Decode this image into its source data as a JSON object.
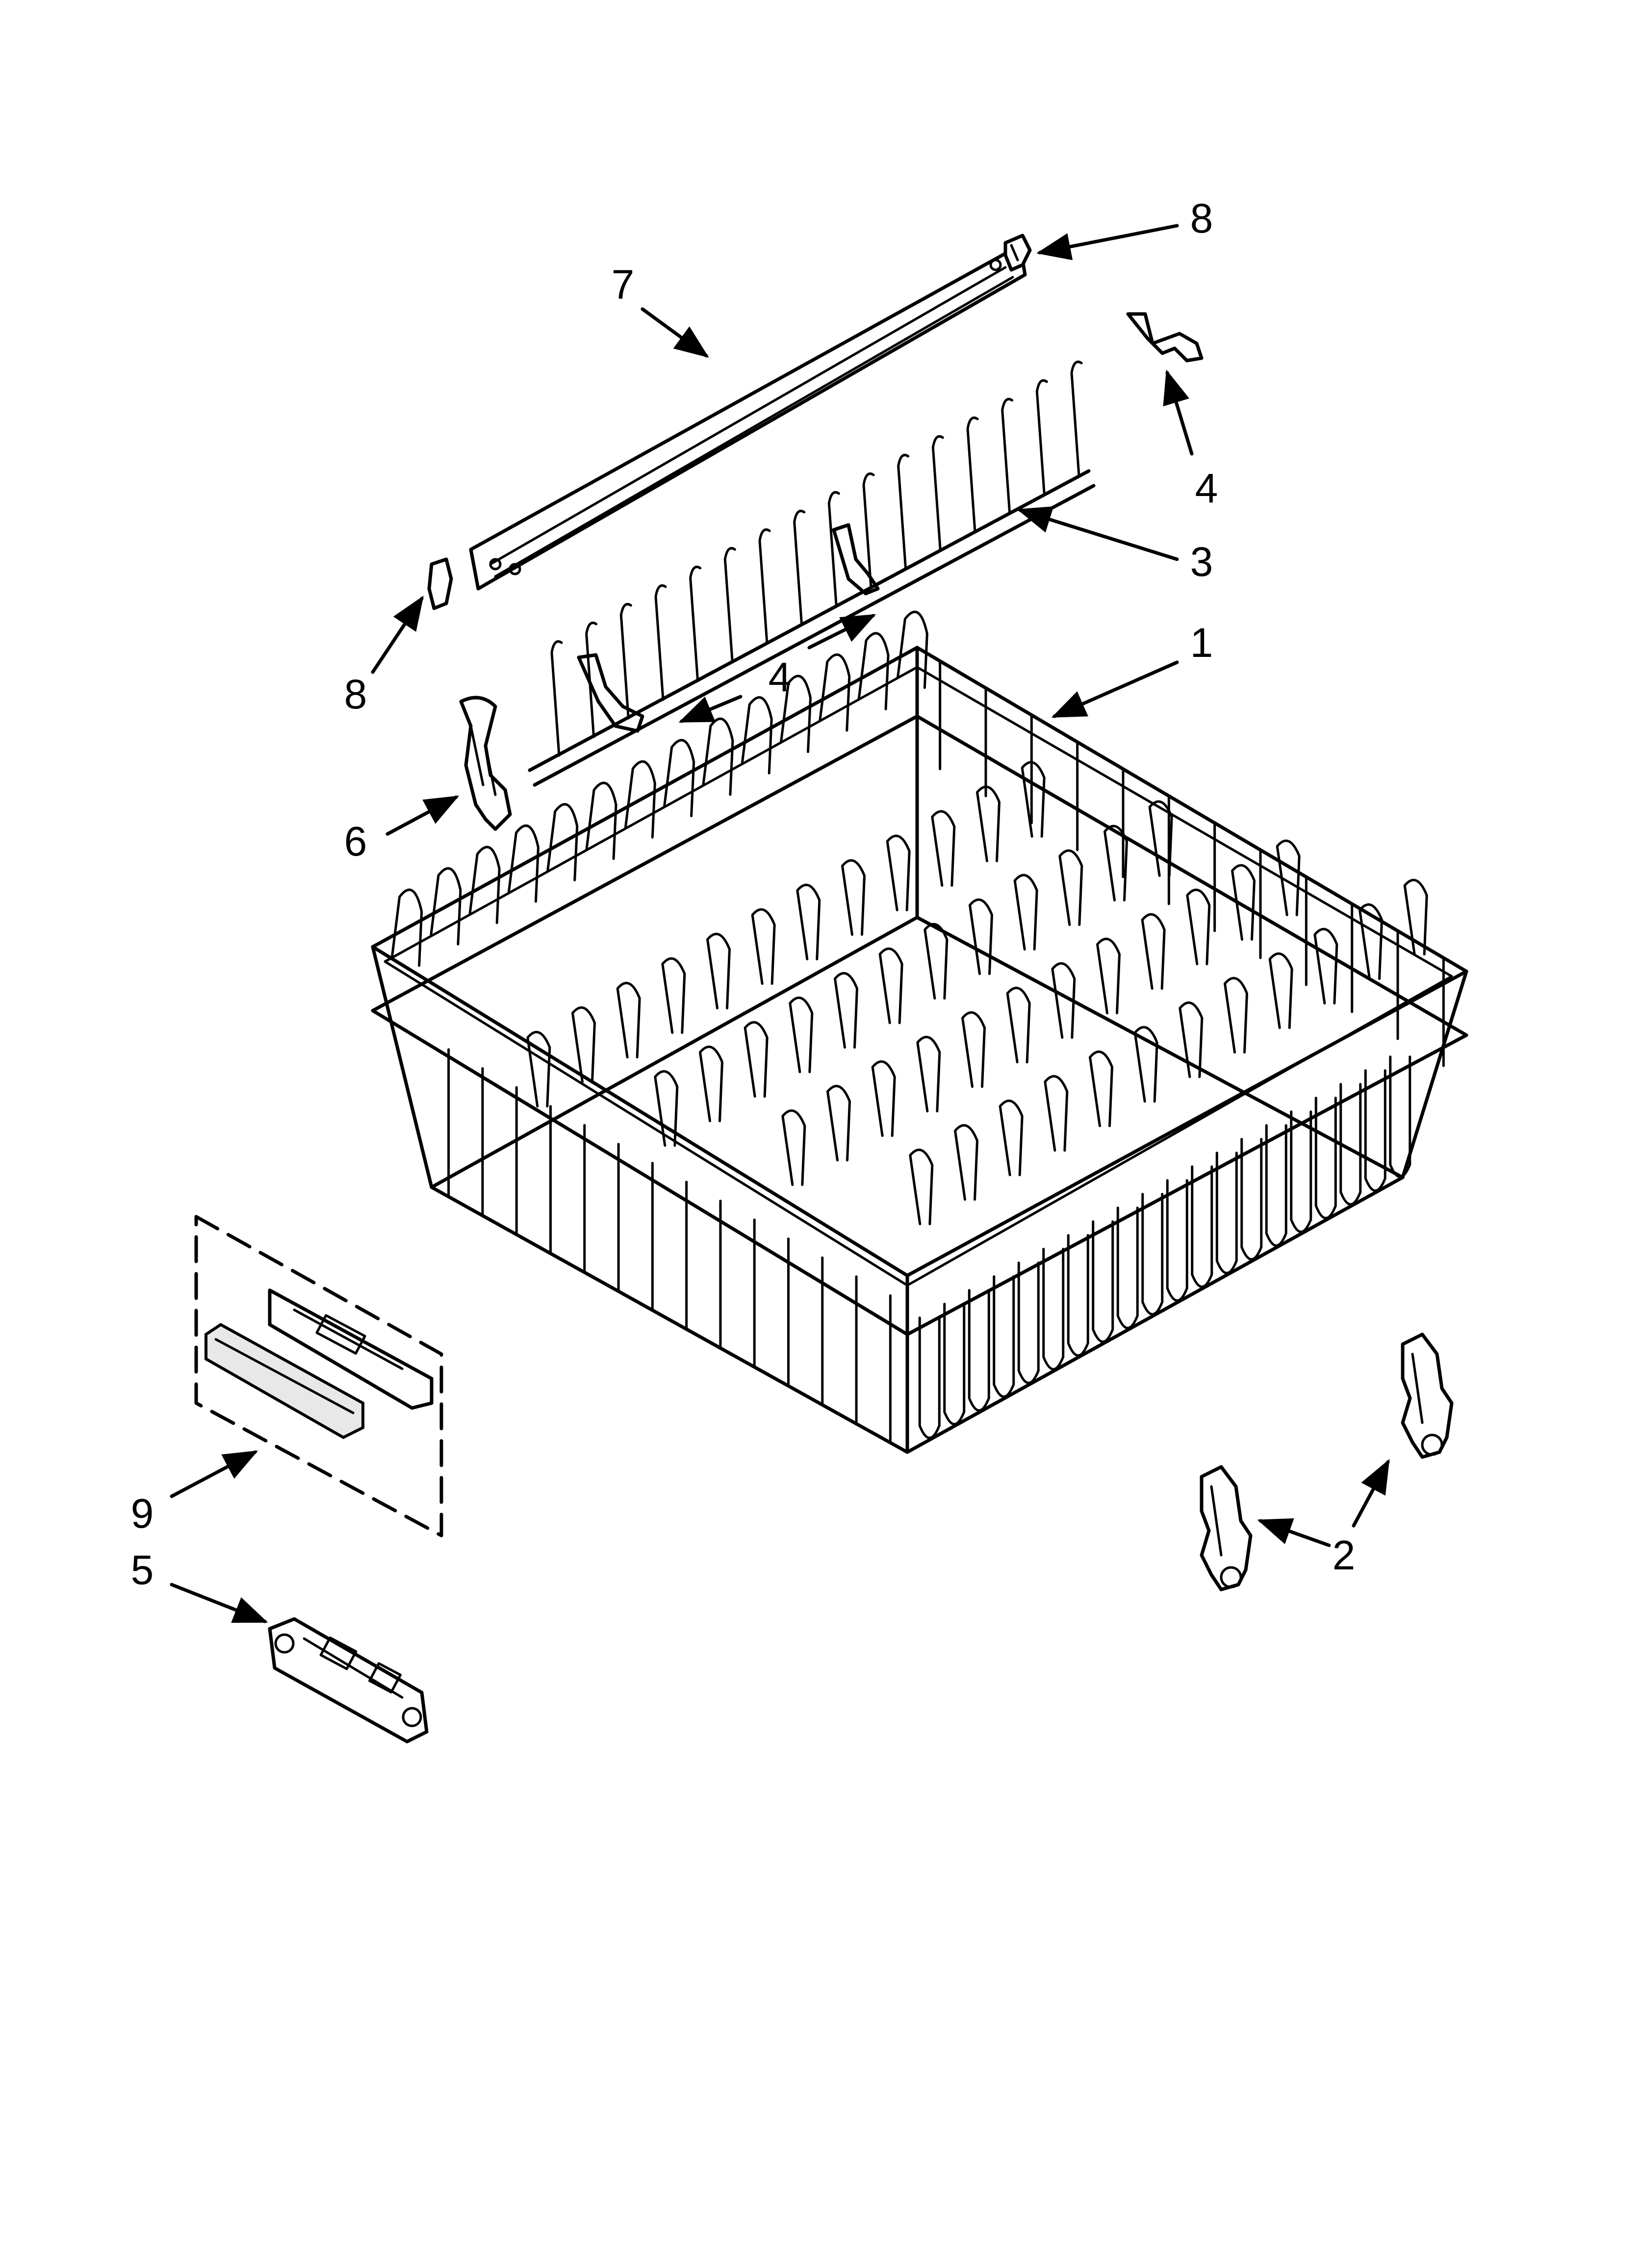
{
  "diagram": {
    "colors": {
      "line": "#000000",
      "background": "#ffffff"
    },
    "callouts": [
      {
        "id": "c1",
        "label": "1",
        "part": "upper-rack"
      },
      {
        "id": "c2",
        "label": "2",
        "part": "rack-adjuster"
      },
      {
        "id": "c3",
        "label": "3",
        "part": "tine-row"
      },
      {
        "id": "c4a",
        "label": "4",
        "part": "tine-clip"
      },
      {
        "id": "c4b",
        "label": "4",
        "part": "tine-clip"
      },
      {
        "id": "c5",
        "label": "5",
        "part": "rack-end-cap-clip"
      },
      {
        "id": "c6",
        "label": "6",
        "part": "tine-pivot-clip"
      },
      {
        "id": "c7",
        "label": "7",
        "part": "rail"
      },
      {
        "id": "c8a",
        "label": "8",
        "part": "rail-end-cap"
      },
      {
        "id": "c8b",
        "label": "8",
        "part": "rail-end-cap"
      },
      {
        "id": "c9",
        "label": "9",
        "part": "handle-kit"
      }
    ]
  }
}
